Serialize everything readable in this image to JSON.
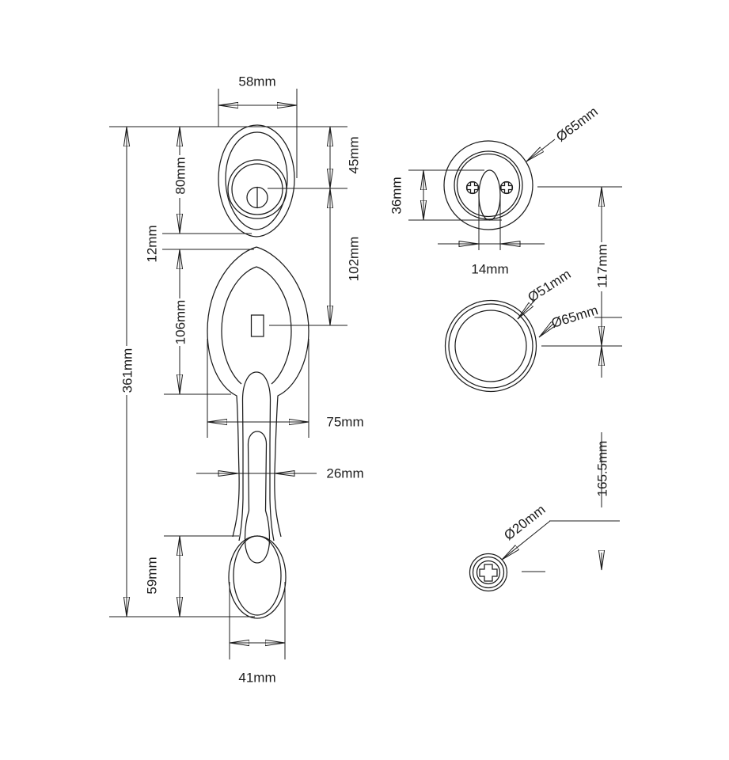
{
  "drawing": {
    "type": "technical-dimension-drawing",
    "subject": "door handleset with deadbolt rosettes and mounting screw",
    "background_color": "#ffffff",
    "line_color": "#1c1c1c",
    "views": {
      "handleset_front": {
        "dimension_values": [
          "58mm",
          "80mm",
          "12mm",
          "361mm",
          "106mm",
          "45mm",
          "102mm",
          "75mm",
          "26mm",
          "59mm",
          "41mm"
        ]
      },
      "deadbolt_parts": {
        "dimension_values": [
          "Ø65mm",
          "36mm",
          "14mm",
          "117mm",
          "Ø51mm",
          "Ø65mm",
          "165.5mm",
          "Ø20mm"
        ]
      }
    },
    "labels": {
      "len58": "58mm",
      "len80": "80mm",
      "len12": "12mm",
      "len361": "361mm",
      "len106": "106mm",
      "len45": "45mm",
      "len102": "102mm",
      "len75": "75mm",
      "len26": "26mm",
      "len59": "59mm",
      "len41": "41mm",
      "dia65_top": "Ø65mm",
      "len36": "36mm",
      "len14": "14mm",
      "len117": "117mm",
      "dia51": "Ø51mm",
      "dia65_mid": "Ø65mm",
      "len165_5": "165.5mm",
      "dia20": "Ø20mm"
    }
  }
}
